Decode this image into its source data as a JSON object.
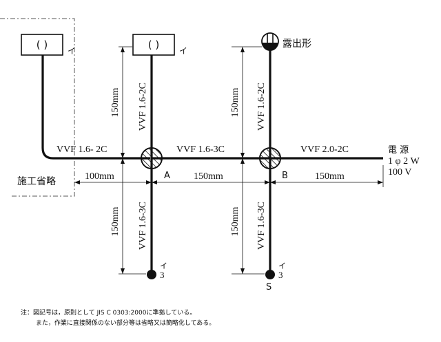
{
  "omitted_label": "施工省略",
  "exposed_label": "露出形",
  "source": {
    "line1": "電 源",
    "line2": "1 φ 2 W",
    "line3": "100 V"
  },
  "boxes": {
    "a_symbol": "( )",
    "a_label": "イ",
    "b_symbol": "( )",
    "b_label": "イ"
  },
  "boxes_A": {
    "label": "A"
  },
  "boxes_B": {
    "label": "B"
  },
  "cables": {
    "left_horizontal": "VVF 1.6- 2C",
    "mid_horizontal": "VVF 1.6-3C",
    "right_horizontal": "VVF 2.0-2C",
    "a_up": "VVF 1.6-2C",
    "b_up": "VVF 1.6-2C",
    "a_down": "VVF 1.6-3C",
    "b_down": "VVF 1.6-3C"
  },
  "dimensions": {
    "left_h": "100mm",
    "mid_h": "150mm",
    "right_h": "150mm",
    "a_up_v": "150mm",
    "b_up_v": "150mm",
    "a_down_v": "150mm",
    "b_down_v": "150mm"
  },
  "bottom_devices": {
    "a_label": "イ",
    "a_num": "3",
    "b_label": "イ",
    "b_num": "3",
    "b_switch": "S"
  },
  "notes": {
    "line1": "注：図記号は，原則として JIS C 0303:2000に準拠している。",
    "line2": "また，作業に直接関係のない部分等は省略又は簡略化してある。"
  }
}
